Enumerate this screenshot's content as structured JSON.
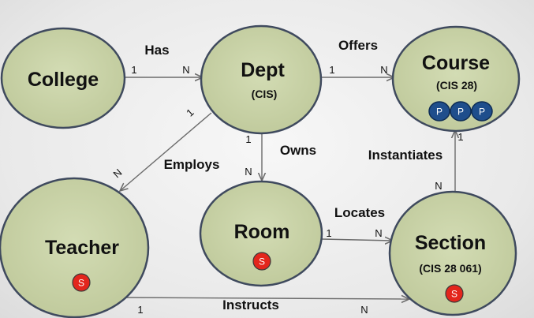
{
  "entities": {
    "college": {
      "name": "College"
    },
    "dept": {
      "name": "Dept",
      "subtitle": "(CIS)"
    },
    "course": {
      "name": "Course",
      "subtitle": "(CIS 28)",
      "badges": [
        "P",
        "P",
        "P"
      ]
    },
    "teacher": {
      "name": "Teacher",
      "badge": "S"
    },
    "room": {
      "name": "Room",
      "badge": "S"
    },
    "section": {
      "name": "Section",
      "subtitle": "(CIS 28 061)",
      "badge": "S"
    }
  },
  "relationships": {
    "has": {
      "label": "Has",
      "from_card": "1",
      "to_card": "N"
    },
    "offers": {
      "label": "Offers",
      "from_card": "1",
      "to_card": "N"
    },
    "employs": {
      "label": "Employs",
      "from_card": "1",
      "to_card": "N"
    },
    "owns": {
      "label": "Owns",
      "from_card": "1",
      "to_card": "N"
    },
    "locates": {
      "label": "Locates",
      "from_card": "1",
      "to_card": "N"
    },
    "instantiates": {
      "label": "Instantiates",
      "from_card": "1",
      "to_card": "N"
    },
    "instructs": {
      "label": "Instructs",
      "from_card": "1",
      "to_card": "N"
    }
  },
  "colors": {
    "entity_fill": "#c9d3a8",
    "entity_stroke": "#3f4a5e",
    "edge": "#6b6b6b",
    "p_badge_fill": "#1f4e8c",
    "s_badge_fill": "#e3261c"
  }
}
